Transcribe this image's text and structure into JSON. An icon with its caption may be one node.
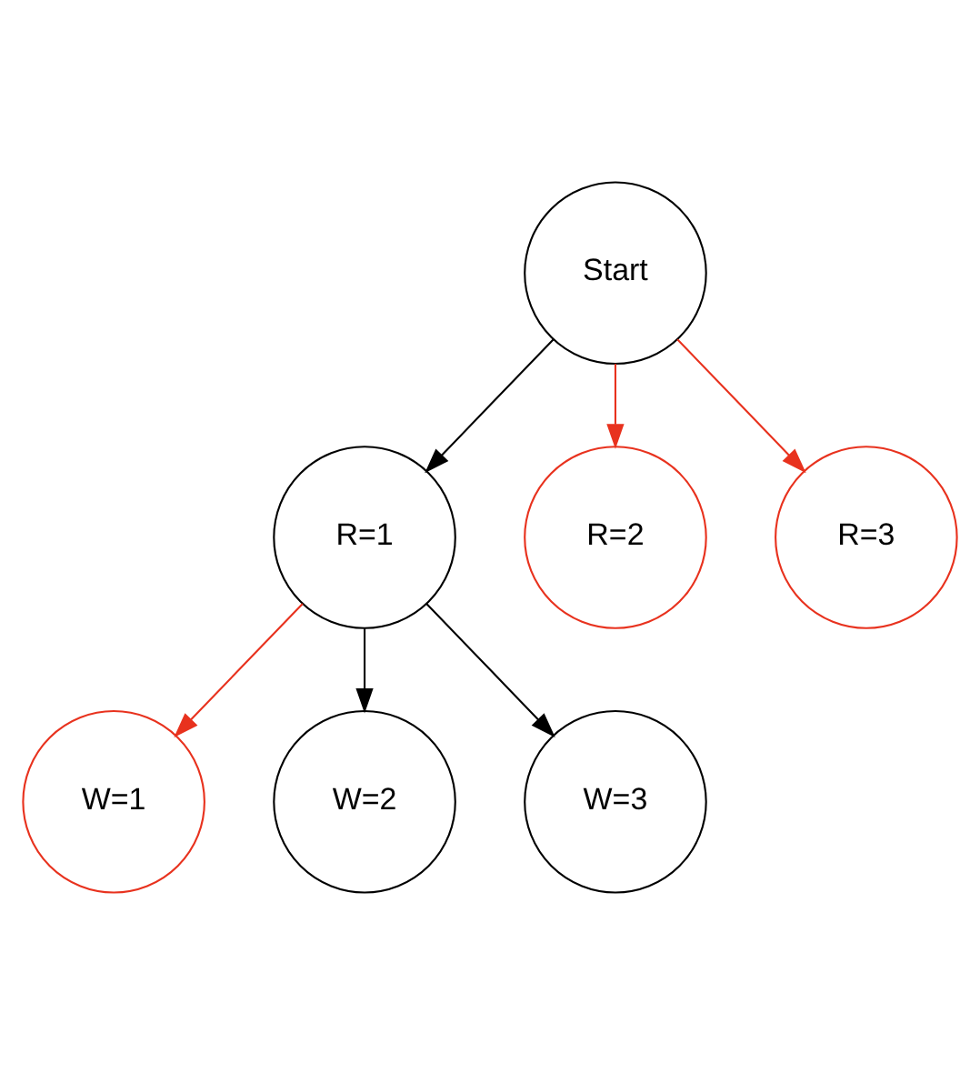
{
  "diagram": {
    "nodes": [
      {
        "text": [
          "Start"
        ]
      },
      {
        "text": [
          "R=1"
        ]
      },
      {
        "text": [
          "R=2"
        ]
      },
      {
        "text": [
          "R=3"
        ]
      },
      {
        "text": [
          "W=1"
        ]
      },
      {
        "text": [
          "W=2"
        ]
      },
      {
        "text": [
          "W=3"
        ]
      }
    ],
    "edges": [
      {
        "from": 0,
        "to": 1,
        "arrow": "to"
      },
      {
        "from": 0,
        "to": 2,
        "arrow": "to",
        "color": "#e8321e"
      },
      {
        "from": 0,
        "to": 3,
        "arrow": "to",
        "color": "#e8321e"
      },
      {
        "from": 1,
        "to": 4,
        "arrow": "to",
        "color": "#e8321e"
      },
      {
        "from": 1,
        "to": 5,
        "arrow": "to"
      },
      {
        "from": 1,
        "to": 6,
        "arrow": "to"
      }
    ]
  }
}
